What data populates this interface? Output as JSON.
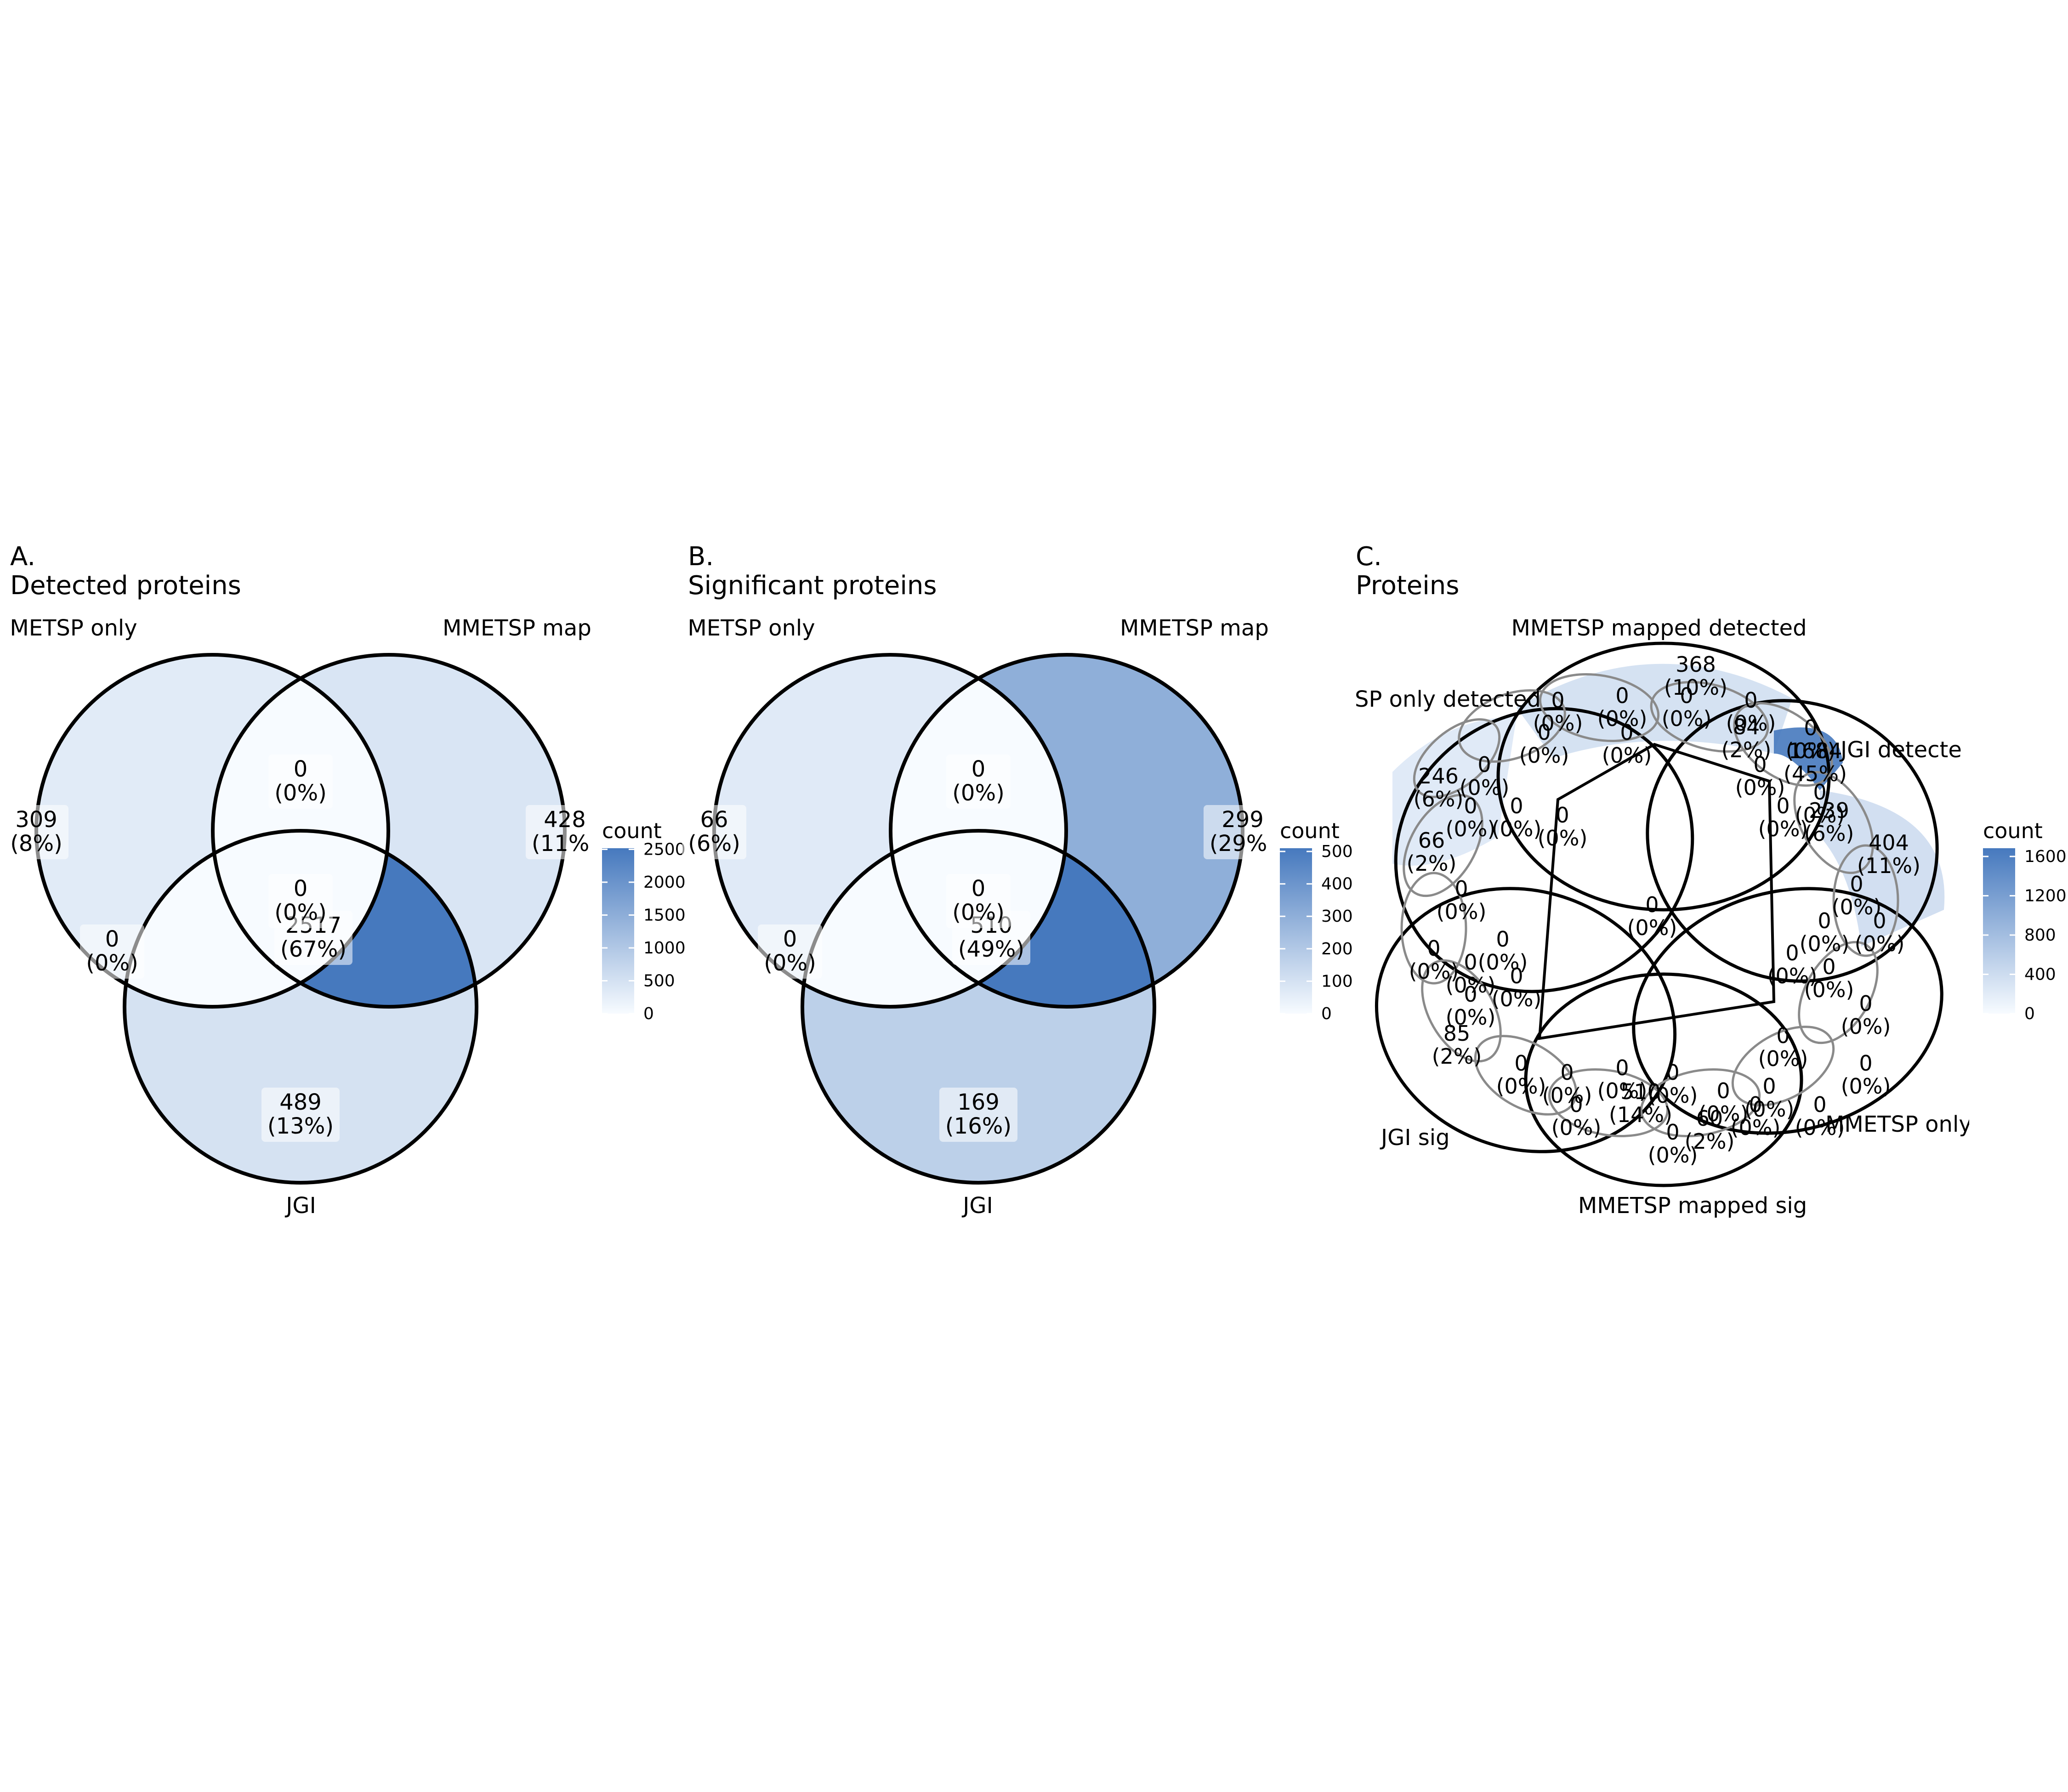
{
  "palette": {
    "low": "#f7fbff",
    "high": "#4679be",
    "stroke": "#000000",
    "label_bg": "#ffffff"
  },
  "chart_data": [
    {
      "type": "venn",
      "tag": "A.",
      "title": "Detected proteins",
      "sets": [
        "MMETSP only",
        "MMETSP mapped",
        "JGI"
      ],
      "set_labels_shown": [
        "METSP only",
        "MMETSP map",
        "JGI"
      ],
      "regions": [
        {
          "id": "a",
          "sets": [
            "MMETSP only"
          ],
          "count": "309",
          "pct": "(8%)",
          "value": 309
        },
        {
          "id": "b",
          "sets": [
            "MMETSP mapped"
          ],
          "count": "428",
          "pct": "(11%)",
          "value": 428
        },
        {
          "id": "c",
          "sets": [
            "JGI"
          ],
          "count": "489",
          "pct": "(13%)",
          "value": 489
        },
        {
          "id": "ab",
          "sets": [
            "MMETSP only",
            "MMETSP mapped"
          ],
          "count": "0",
          "pct": "(0%)",
          "value": 0
        },
        {
          "id": "ac",
          "sets": [
            "MMETSP only",
            "JGI"
          ],
          "count": "0",
          "pct": "(0%)",
          "value": 0
        },
        {
          "id": "bc",
          "sets": [
            "MMETSP mapped",
            "JGI"
          ],
          "count": "2517",
          "pct": "(67%)",
          "value": 2517
        },
        {
          "id": "abc",
          "sets": [
            "MMETSP only",
            "MMETSP mapped",
            "JGI"
          ],
          "count": "0",
          "pct": "(0%)",
          "value": 0
        }
      ],
      "legend": {
        "title": "count",
        "ticks": [
          "0",
          "500",
          "1000",
          "1500",
          "2000",
          "2500"
        ],
        "tick_values": [
          0,
          500,
          1000,
          1500,
          2000,
          2500
        ],
        "max": 2517
      }
    },
    {
      "type": "venn",
      "tag": "B.",
      "title": "Significant proteins",
      "sets": [
        "MMETSP only",
        "MMETSP mapped",
        "JGI"
      ],
      "set_labels_shown": [
        "METSP only",
        "MMETSP map",
        "JGI"
      ],
      "regions": [
        {
          "id": "a",
          "sets": [
            "MMETSP only"
          ],
          "count": "66",
          "pct": "(6%)",
          "value": 66
        },
        {
          "id": "b",
          "sets": [
            "MMETSP mapped"
          ],
          "count": "299",
          "pct": "(29%)",
          "value": 299
        },
        {
          "id": "c",
          "sets": [
            "JGI"
          ],
          "count": "169",
          "pct": "(16%)",
          "value": 169
        },
        {
          "id": "ab",
          "sets": [
            "MMETSP only",
            "MMETSP mapped"
          ],
          "count": "0",
          "pct": "(0%)",
          "value": 0
        },
        {
          "id": "ac",
          "sets": [
            "MMETSP only",
            "JGI"
          ],
          "count": "0",
          "pct": "(0%)",
          "value": 0
        },
        {
          "id": "bc",
          "sets": [
            "MMETSP mapped",
            "JGI"
          ],
          "count": "510",
          "pct": "(49%)",
          "value": 510
        },
        {
          "id": "abc",
          "sets": [
            "MMETSP only",
            "MMETSP mapped",
            "JGI"
          ],
          "count": "0",
          "pct": "(0%)",
          "value": 0
        }
      ],
      "legend": {
        "title": "count",
        "ticks": [
          "0",
          "100",
          "200",
          "300",
          "400",
          "500"
        ],
        "tick_values": [
          0,
          100,
          200,
          300,
          400,
          500
        ],
        "max": 510
      }
    },
    {
      "type": "venn",
      "tag": "C.",
      "title": "Proteins",
      "sets": [
        "MMETSP mapped detected",
        "MMETSP only detected",
        "JGI detected",
        "JGI sig",
        "MMETSP only",
        "MMETSP mapped sig"
      ],
      "set_labels_shown": [
        "MMETSP mapped detected",
        "SP only detected",
        "JGI detecte",
        "JGI sig",
        "MMETSP only",
        "MMETSP mapped sig"
      ],
      "regions": [
        {
          "id": "center",
          "count": "0",
          "pct": "(0%)",
          "value": 0
        },
        {
          "id": "top",
          "count": "368",
          "pct": "(10%)",
          "value": 368
        },
        {
          "id": "upper-right-a",
          "count": "1684",
          "pct": "(45%)",
          "value": 1684
        },
        {
          "id": "upper-right-b",
          "count": "239",
          "pct": "(6%)",
          "value": 239
        },
        {
          "id": "right",
          "count": "404",
          "pct": "(11%)",
          "value": 404
        },
        {
          "id": "upper-mid",
          "count": "84",
          "pct": "(2%)",
          "value": 84
        },
        {
          "id": "left",
          "count": "246",
          "pct": "(6%)",
          "value": 246
        },
        {
          "id": "left-b",
          "count": "66",
          "pct": "(2%)",
          "value": 66
        },
        {
          "id": "lower-left",
          "count": "85",
          "pct": "(2%)",
          "value": 85
        },
        {
          "id": "bottom",
          "count": "510",
          "pct": "(14%)",
          "value": 510
        },
        {
          "id": "bottom-b",
          "count": "60",
          "pct": "(2%)",
          "value": 60
        }
      ],
      "legend": {
        "title": "count",
        "ticks": [
          "0",
          "400",
          "800",
          "1200",
          "1600"
        ],
        "tick_values": [
          0,
          400,
          800,
          1200,
          1600
        ],
        "max": 1684
      }
    }
  ]
}
